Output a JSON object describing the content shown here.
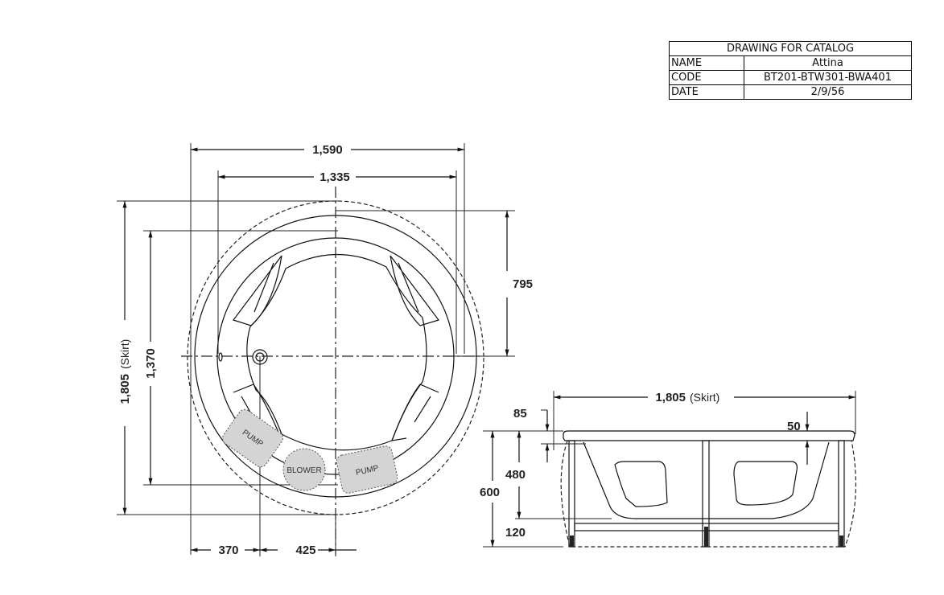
{
  "title_block": {
    "heading": "DRAWING FOR CATALOG",
    "rows": [
      {
        "label": "NAME",
        "value": "Attina"
      },
      {
        "label": "CODE",
        "value": "BT201-BTW301-BWA401"
      },
      {
        "label": "DATE",
        "value": "2/9/56"
      }
    ]
  },
  "plan_view": {
    "dim_overall_width": "1,590",
    "dim_rim_width": "1,335",
    "dim_skirt": "1,805",
    "dim_skirt_note": "(Skirt)",
    "dim_rim_depth": "1,370",
    "dim_half_depth": "795",
    "dim_offset_left": "370",
    "dim_offset_right": "425",
    "components": [
      "PUMP",
      "BLOWER",
      "PUMP"
    ]
  },
  "side_view": {
    "dim_skirt": "1,805",
    "dim_skirt_note": "(Skirt)",
    "dim_top": "85",
    "dim_rim": "50",
    "dim_depth": "480",
    "dim_height": "600",
    "dim_legs": "120"
  }
}
